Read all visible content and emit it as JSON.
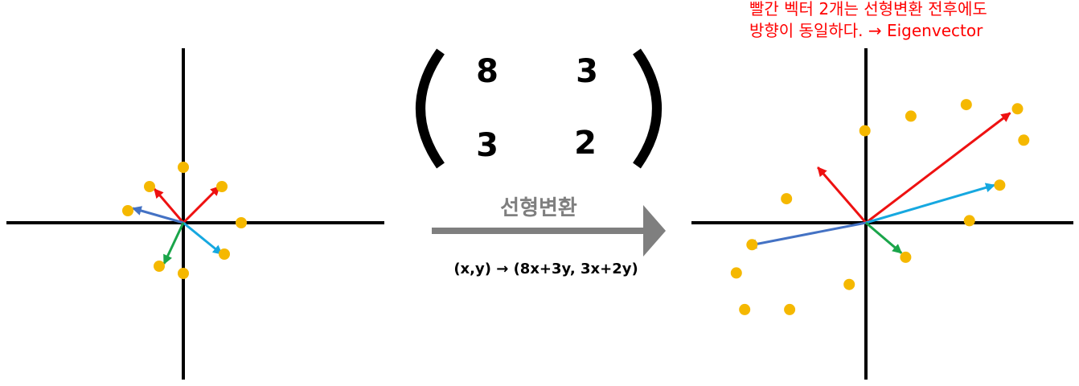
{
  "annotation": {
    "line1": "빨간 벡터 2개는 선형변환 전후에도",
    "line2": "방향이 동일하다. → Eigenvector"
  },
  "matrix": {
    "a": "8",
    "b": "3",
    "c": "3",
    "d": "2"
  },
  "transform": {
    "title": "선형변환",
    "formula": "(x,y) → (8x+3y, 3x+2y)"
  },
  "colors": {
    "axis": "#000000",
    "point": "#f5b800",
    "red": "#ee1111",
    "blue": "#4472c4",
    "cyan": "#16a8e0",
    "green": "#1aa54a",
    "arrow_gray": "#7f7f7f",
    "annotation": "#ff0000"
  },
  "before": {
    "vectors": [
      {
        "color": "red",
        "dx": 1.5,
        "dy": 1.5
      },
      {
        "color": "red",
        "dx": -1.2,
        "dy": 1.4
      },
      {
        "color": "blue",
        "dx": -2.1,
        "dy": 0.6
      },
      {
        "color": "cyan",
        "dx": 1.6,
        "dy": -1.3
      },
      {
        "color": "green",
        "dx": -0.8,
        "dy": -1.7
      }
    ],
    "points": [
      [
        0,
        2.3
      ],
      [
        1.6,
        1.5
      ],
      [
        -1.4,
        1.5
      ],
      [
        -2.3,
        0.5
      ],
      [
        2.4,
        0
      ],
      [
        1.7,
        -1.3
      ],
      [
        -1.0,
        -1.8
      ],
      [
        0,
        -2.1
      ]
    ]
  },
  "after": {
    "vectors": [
      {
        "color": "red",
        "dx": 13.8,
        "dy": 10.5
      },
      {
        "color": "red",
        "dx": -4.6,
        "dy": 5.3
      },
      {
        "color": "blue",
        "dx": -11.3,
        "dy": -2.2
      },
      {
        "color": "cyan",
        "dx": 12.3,
        "dy": 3.6
      },
      {
        "color": "green",
        "dx": 3.4,
        "dy": -2.9
      }
    ],
    "points": [
      [
        -0.1,
        8.8
      ],
      [
        4.3,
        10.2
      ],
      [
        9.6,
        11.3
      ],
      [
        14.5,
        10.9
      ],
      [
        15.1,
        7.9
      ],
      [
        12.8,
        3.6
      ],
      [
        -7.6,
        2.3
      ],
      [
        9.9,
        0.2
      ],
      [
        3.8,
        -3.3
      ],
      [
        -10.9,
        -2.1
      ],
      [
        -12.4,
        -4.8
      ],
      [
        -1.6,
        -5.9
      ],
      [
        -11.6,
        -8.3
      ],
      [
        -7.3,
        -8.3
      ]
    ]
  }
}
